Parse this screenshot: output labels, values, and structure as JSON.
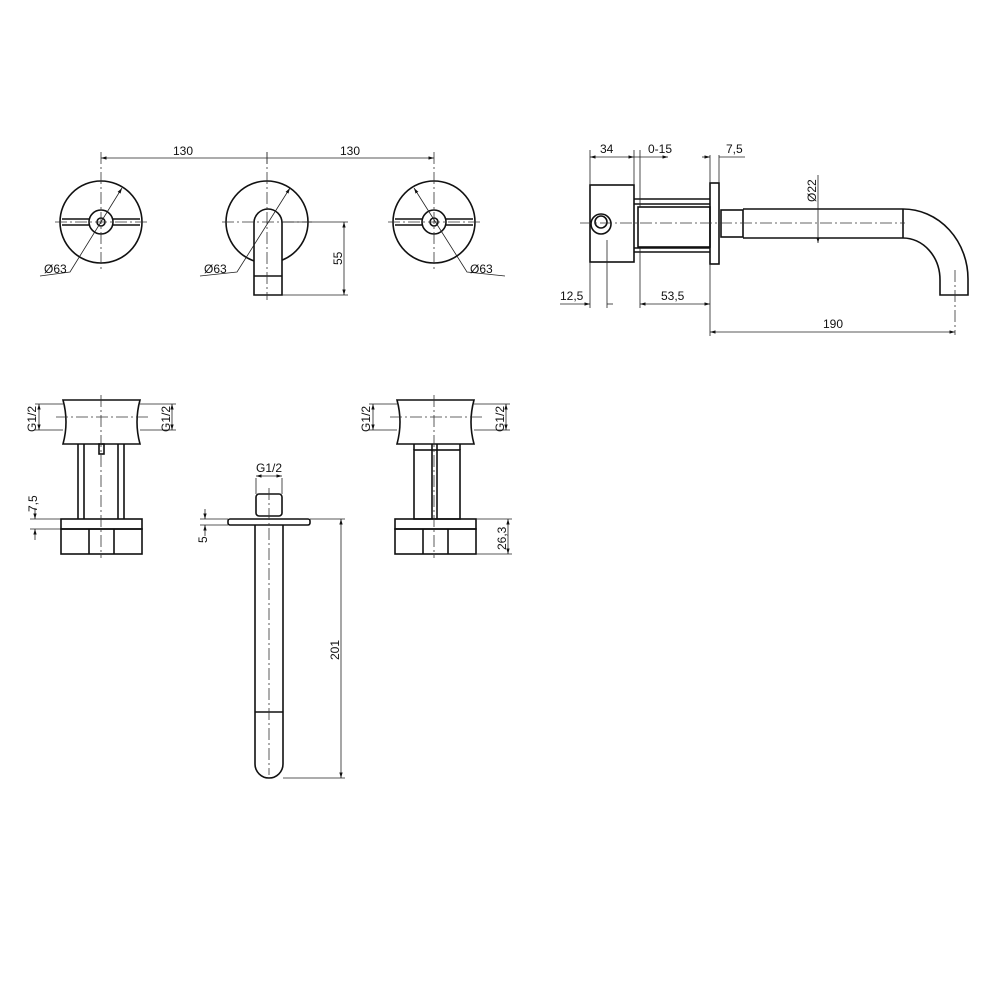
{
  "drawing": {
    "front_view": {
      "spacing_left": "130",
      "spacing_right": "130",
      "dia_left": "Ø63",
      "dia_center": "Ø63",
      "dia_right": "Ø63",
      "spout_height": "55"
    },
    "side_view": {
      "body_depth": "34",
      "adjust_range": "0-15",
      "flange": "7,5",
      "pipe_dia": "Ø22",
      "axis_offset": "12,5",
      "wall_depth": "53,5",
      "projection": "190"
    },
    "valve_left": {
      "thread_left": "G1/2",
      "thread_right": "G1/2",
      "plate": "7,5"
    },
    "valve_right": {
      "thread_left": "G1/2",
      "thread_right": "G1/2",
      "height": "26,3"
    },
    "spout_body": {
      "thread": "G1/2",
      "plate": "5",
      "length": "201"
    }
  }
}
